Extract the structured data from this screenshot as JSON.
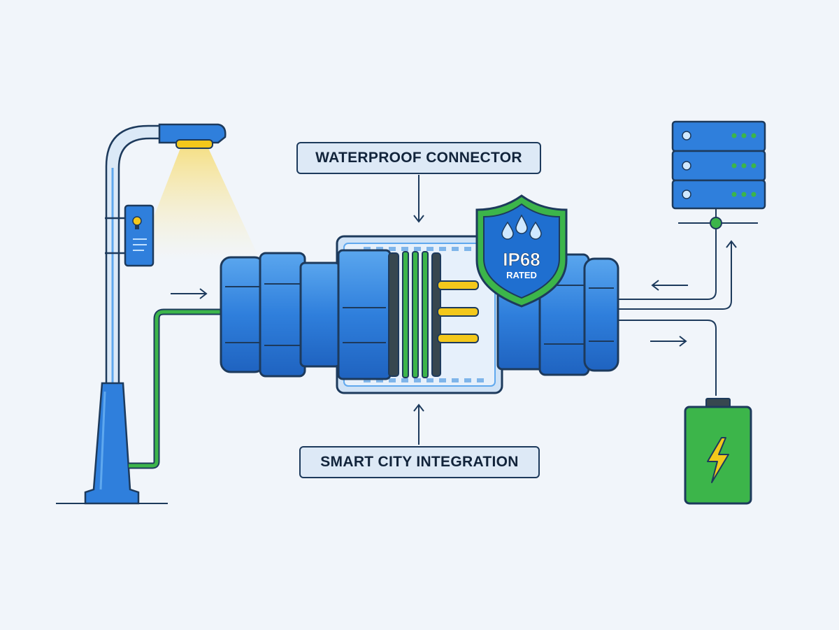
{
  "labels": {
    "top": "WATERPROOF CONNECTOR",
    "bottom": "SMART CITY INTEGRATION"
  },
  "badge": {
    "rating": "IP68",
    "subtitle": "RATED"
  },
  "colors": {
    "background": "#f1f5fa",
    "outline": "#1d3a5c",
    "blue": "#2f7fdc",
    "blue_dark": "#1f63c0",
    "blue_light": "#5fa8ee",
    "green": "#3cb54a",
    "yellow": "#f3c81b",
    "label_fill": "#dde9f6"
  },
  "icons": [
    "street-lamp-icon",
    "light-bulb-icon",
    "shield-icon",
    "water-drop-icon",
    "server-rack-icon",
    "battery-icon",
    "lightning-bolt-icon",
    "arrow-icon"
  ]
}
